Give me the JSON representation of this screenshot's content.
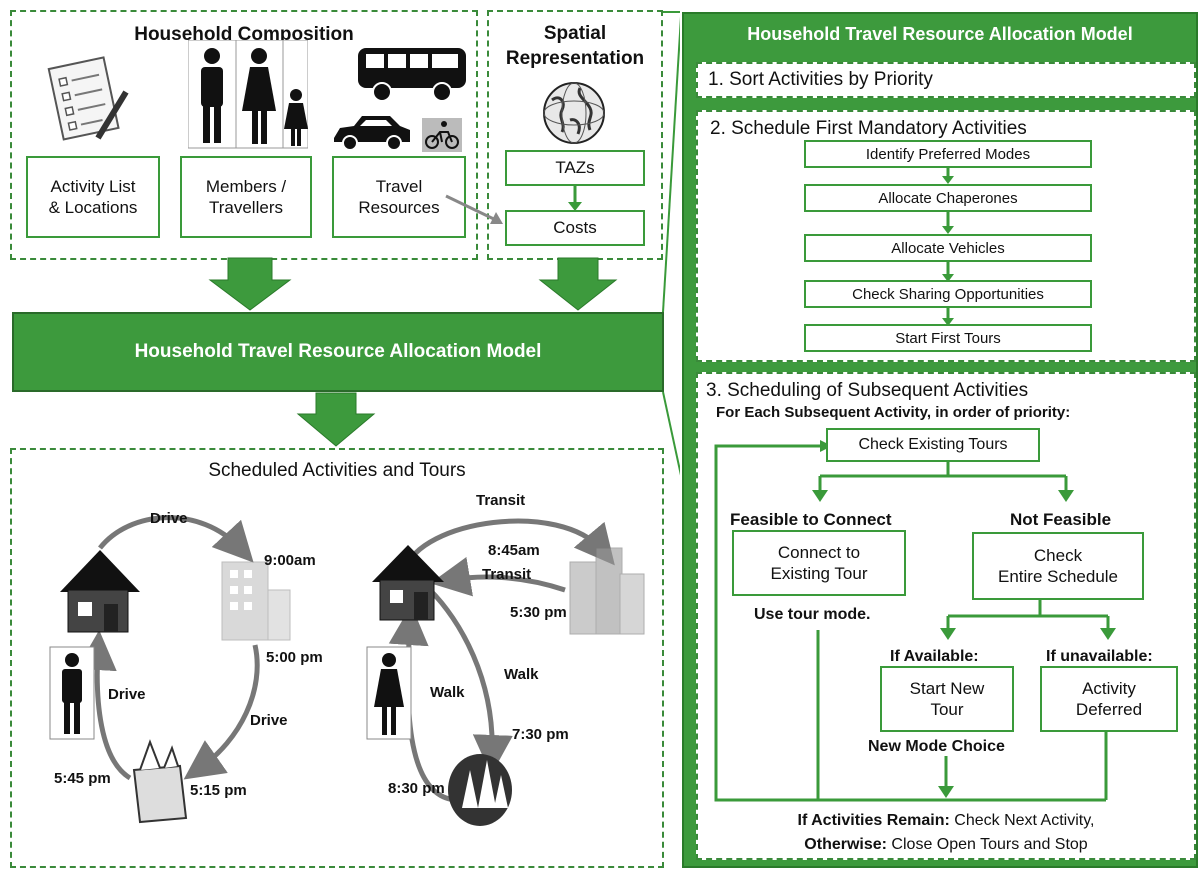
{
  "household_composition": {
    "title": "Household Composition",
    "boxes": [
      "Activity List\n& Locations",
      "Members /\nTravellers",
      "Travel\nResources"
    ]
  },
  "spatial": {
    "title": "Spatial\nRepresentation",
    "boxes": [
      "TAZs",
      "Costs"
    ]
  },
  "model_banner": "Household Travel Resource Allocation Model",
  "scheduled": {
    "title": "Scheduled Activities and Tours",
    "labels": {
      "drive_top": "Drive",
      "t_900": "9:00am",
      "t_500": "5:00 pm",
      "drive_right": "Drive",
      "drive_left": "Drive",
      "t_545": "5:45 pm",
      "t_515": "5:15 pm",
      "transit_top": "Transit",
      "t_845": "8:45am",
      "transit_mid": "Transit",
      "t_530": "5:30 pm",
      "walk_right": "Walk",
      "walk_left": "Walk",
      "t_730": "7:30 pm",
      "t_830": "8:30 pm"
    }
  },
  "right_panel": {
    "title": "Household Travel Resource Allocation Model",
    "step1": "1. Sort Activities by Priority",
    "step2": {
      "title": "2. Schedule First Mandatory Activities",
      "items": [
        "Identify Preferred Modes",
        "Allocate Chaperones",
        "Allocate Vehicles",
        "Check Sharing Opportunities",
        "Start First Tours"
      ]
    },
    "step3": {
      "title": "3. Scheduling of Subsequent Activities",
      "subtitle": "For Each Subsequent Activity, in order of priority:",
      "check_tours": "Check Existing Tours",
      "feasible": "Feasible to Connect",
      "not_feasible": "Not Feasible",
      "connect": "Connect to\nExisting Tour",
      "check_schedule": "Check\nEntire Schedule",
      "use_tour_mode": "Use tour mode.",
      "if_available": "If Available:",
      "if_unavailable": "If unavailable:",
      "start_new": "Start New\nTour",
      "deferred": "Activity\nDeferred",
      "new_mode": "New Mode Choice",
      "remain_bold": "If Activities Remain:",
      "remain_rest": " Check Next Activity,",
      "otherwise_bold": "Otherwise:",
      "otherwise_rest": " Close Open Tours and Stop"
    }
  },
  "colors": {
    "green": "#3a9a3a",
    "dark_green": "#2f8a2f",
    "banner": "#3d9a3d"
  }
}
